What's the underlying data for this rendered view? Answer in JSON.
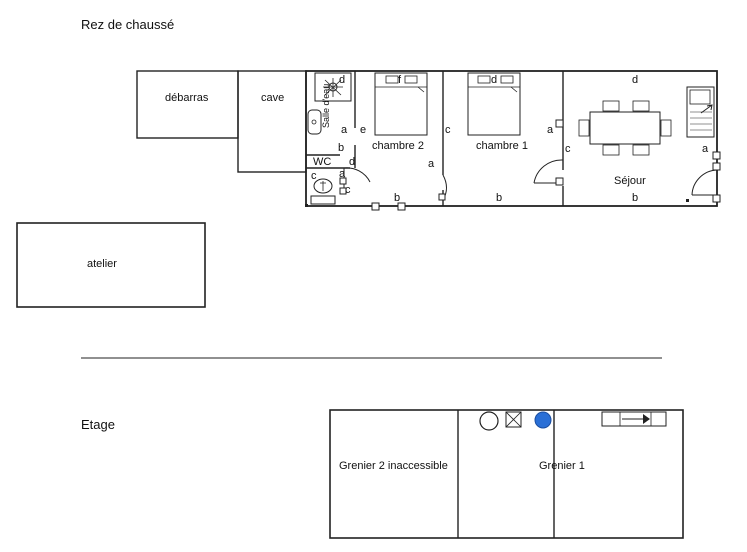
{
  "headings": {
    "ground_floor": "Rez de chaussé",
    "upper_floor": "Etage"
  },
  "rooms": {
    "debarras": "débarras",
    "cave": "cave",
    "salle_deau": "Salle d'eau",
    "chambre2": "chambre 2",
    "chambre1": "chambre 1",
    "sejour": "Séjour",
    "wc": "WC",
    "atelier": "atelier",
    "grenier2": "Grenier 2 inaccessible",
    "grenier1": "Grenier 1"
  },
  "wall_letters": {
    "a": "a",
    "b": "b",
    "c": "c",
    "d": "d",
    "e": "e",
    "f": "f"
  }
}
